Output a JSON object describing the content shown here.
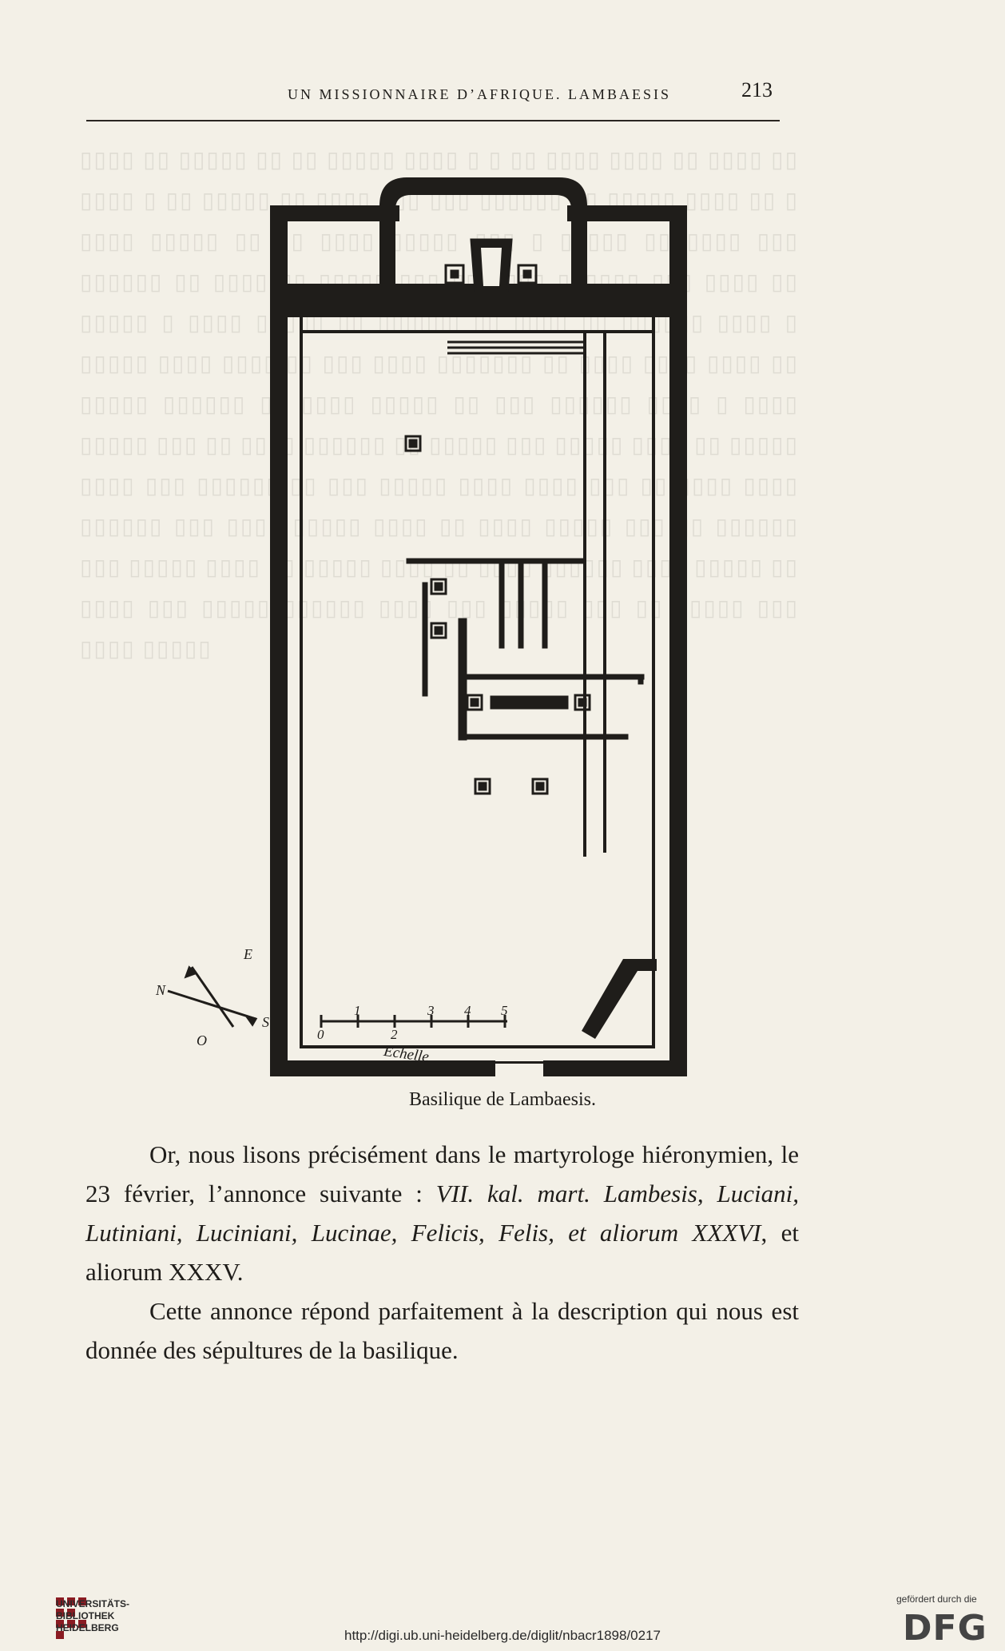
{
  "header": {
    "running_title": "UN MISSIONNAIRE D’AFRIQUE. LAMBAESIS",
    "page_number": "213"
  },
  "figure": {
    "caption": "Basilique de Lambaesis.",
    "compass": {
      "north": "N",
      "south": "S",
      "east": "E",
      "west": "O"
    },
    "scale": {
      "ticks": [
        "0",
        "1",
        "2",
        "3",
        "4",
        "5"
      ],
      "label": "Echelle"
    }
  },
  "body": {
    "p1_a": "Or, nous lisons précisément dans le martyrologe hiéronymien, le 23 février, l’annonce suivante : ",
    "p1_italic": "VII. kal. mart. Lambesis, Luciani, Lutiniani, Luciniani, Lucinae, Felicis, Felis, et aliorum XXXVI",
    "p1_b": ", et aliorum XXXV.",
    "p2": "Cette annonce répond parfaitement à la description qui nous est donnée des sépultures de la basilique."
  },
  "footer": {
    "library_line1": "UNIVERSITÄTS-",
    "library_line2": "BIBLIOTHEK",
    "library_line3": "HEIDELBERG",
    "url": "http://digi.ub.uni-heidelberg.de/diglit/nbacr1898/0217",
    "funding_note": "gefördert durch die",
    "funder_logo": "DFG"
  },
  "colors": {
    "paper": "#f3f0e7",
    "ink": "#1f1d1a"
  }
}
